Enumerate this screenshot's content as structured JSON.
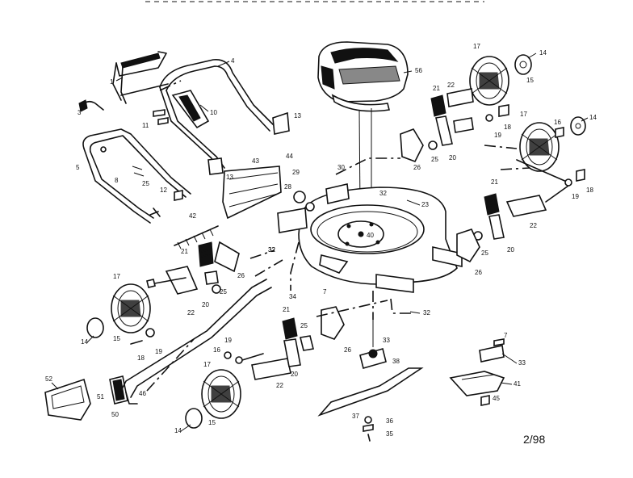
{
  "page_code": "2/98",
  "callouts": [
    {
      "label": "1"
    },
    {
      "label": "4"
    },
    {
      "label": "10"
    },
    {
      "label": "11"
    },
    {
      "label": "13"
    },
    {
      "label": "13"
    },
    {
      "label": "3"
    },
    {
      "label": "5"
    },
    {
      "label": "8"
    },
    {
      "label": "25"
    },
    {
      "label": "12"
    },
    {
      "label": "43"
    },
    {
      "label": "44"
    },
    {
      "label": "42"
    },
    {
      "label": "56"
    },
    {
      "label": "30"
    },
    {
      "label": "29"
    },
    {
      "label": "28"
    },
    {
      "label": "32"
    },
    {
      "label": "23"
    },
    {
      "label": "40"
    },
    {
      "label": "21"
    },
    {
      "label": "22"
    },
    {
      "label": "20"
    },
    {
      "label": "25"
    },
    {
      "label": "26"
    },
    {
      "label": "17"
    },
    {
      "label": "14"
    },
    {
      "label": "15"
    },
    {
      "label": "19"
    },
    {
      "label": "18"
    },
    {
      "label": "17"
    },
    {
      "label": "16"
    },
    {
      "label": "14"
    },
    {
      "label": "21"
    },
    {
      "label": "19"
    },
    {
      "label": "18"
    },
    {
      "label": "22"
    },
    {
      "label": "25"
    },
    {
      "label": "20"
    },
    {
      "label": "26"
    },
    {
      "label": "21"
    },
    {
      "label": "32"
    },
    {
      "label": "26"
    },
    {
      "label": "25"
    },
    {
      "label": "20"
    },
    {
      "label": "22"
    },
    {
      "label": "17"
    },
    {
      "label": "14"
    },
    {
      "label": "15"
    },
    {
      "label": "18"
    },
    {
      "label": "19"
    },
    {
      "label": "32"
    },
    {
      "label": "34"
    },
    {
      "label": "7"
    },
    {
      "label": "21"
    },
    {
      "label": "25"
    },
    {
      "label": "26"
    },
    {
      "label": "32"
    },
    {
      "label": "19"
    },
    {
      "label": "16"
    },
    {
      "label": "22"
    },
    {
      "label": "20"
    },
    {
      "label": "17"
    },
    {
      "label": "14"
    },
    {
      "label": "15"
    },
    {
      "label": "52"
    },
    {
      "label": "51"
    },
    {
      "label": "46"
    },
    {
      "label": "50"
    },
    {
      "label": "33"
    },
    {
      "label": "38"
    },
    {
      "label": "37"
    },
    {
      "label": "36"
    },
    {
      "label": "35"
    },
    {
      "label": "7"
    },
    {
      "label": "33"
    },
    {
      "label": "41"
    },
    {
      "label": "45"
    }
  ]
}
